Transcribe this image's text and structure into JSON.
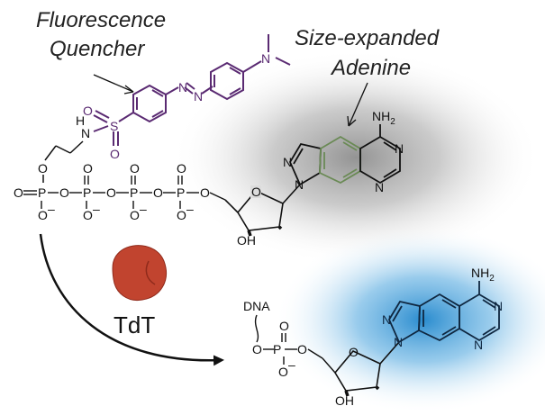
{
  "captions": {
    "quencher_line1": "Fluorescence",
    "quencher_line2": "Quencher",
    "adenine_line1": "Size-expanded",
    "adenine_line2": "Adenine"
  },
  "enzyme_label": "TdT",
  "substrate": {
    "nh": "N",
    "nh_h": "H",
    "sulfur": "S",
    "o1": "O",
    "o2": "O",
    "ester_o": "O",
    "phosphate_o_terminal": "O",
    "phosphorus": "P",
    "bridge_o": "O",
    "minus_o": "O",
    "double_o": "O",
    "azo_n1": "N",
    "azo_n2": "N",
    "dimethylamino_n": "N",
    "sugar_o": "O",
    "sugar_oh": "OH",
    "purine_n": "N",
    "amino": "NH",
    "amino_sub": "2",
    "charge_minus": "–"
  },
  "product": {
    "dna": "DNA",
    "oh": "OH",
    "amino": "NH",
    "amino_sub": "2"
  },
  "colors": {
    "quencher": "#5a2a72",
    "adenine_ring_substrate": "#5f7a4c",
    "adenine_ring_product": "#0f2740",
    "glow_gray": "#9a9a9a",
    "glow_blue": "#2a8fd0",
    "enzyme": "#c1442f",
    "arrow": "#111111"
  }
}
